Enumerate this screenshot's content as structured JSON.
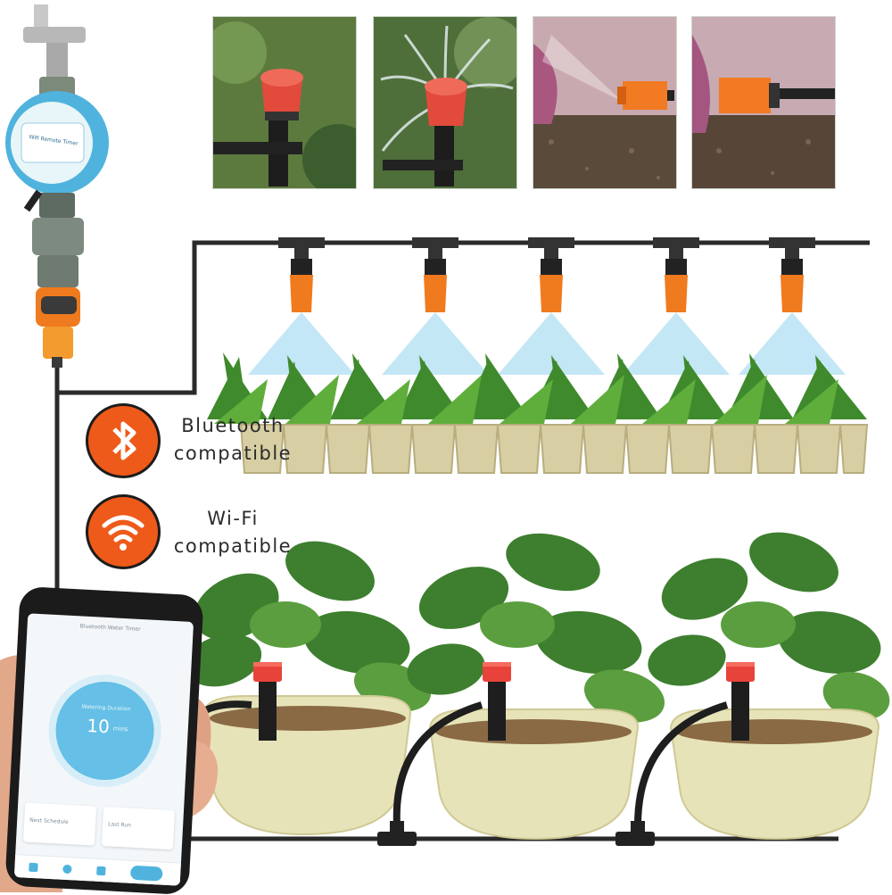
{
  "features": {
    "bluetooth": {
      "line1": "Bluetooth",
      "line2": "compatible",
      "icon": "bluetooth-icon"
    },
    "wifi": {
      "line1": "Wi-Fi",
      "line2": "compatible",
      "icon": "wifi-icon"
    }
  },
  "timer": {
    "face_label": "Wifi Remote Timer"
  },
  "phone": {
    "app_title": "Bluetooth Water Timer",
    "dial_value": "10",
    "dial_unit": "mins",
    "dial_caption": "Watering Duration",
    "card_left": "Next Schedule",
    "card_right": "Last Run"
  },
  "colors": {
    "accent_orange": "#f07a1e",
    "badge_orange": "#ee5a19",
    "timer_blue": "#4fb3dd",
    "mist_blue": "#b9e3f4",
    "plant_green": "#3f8a2c",
    "pot_cream": "#e7e3b8",
    "dripper_red": "#e8433a"
  }
}
